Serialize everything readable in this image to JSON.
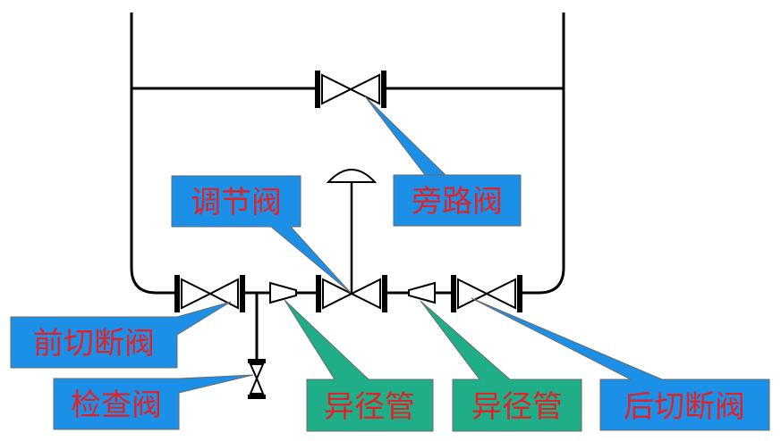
{
  "labels": {
    "control_valve": "调节阀",
    "bypass_valve": "旁路阀",
    "front_shutoff_valve": "前切断阀",
    "check_valve": "检查阀",
    "reducer_left": "异径管",
    "reducer_right": "异径管",
    "rear_shutoff_valve": "后切断阀"
  },
  "colors": {
    "blue_callout": "#1c8fe6",
    "green_callout": "#1fae88",
    "label_text": "#e0232b",
    "pipe": "#000000",
    "background": "#ffffff"
  }
}
